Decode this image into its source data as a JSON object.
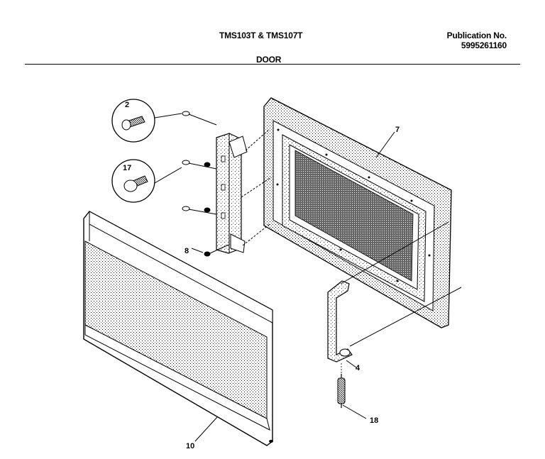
{
  "header": {
    "model": "TMS103T & TMS107T",
    "publication_label": "Publication No.",
    "publication_number": "5995261160",
    "section_title": "DOOR"
  },
  "callouts": [
    {
      "id": "2",
      "text": "2"
    },
    {
      "id": "17",
      "text": "17"
    },
    {
      "id": "7",
      "text": "7"
    },
    {
      "id": "8",
      "text": "8"
    },
    {
      "id": "4",
      "text": "4"
    },
    {
      "id": "18",
      "text": "18"
    },
    {
      "id": "10",
      "text": "10"
    }
  ]
}
